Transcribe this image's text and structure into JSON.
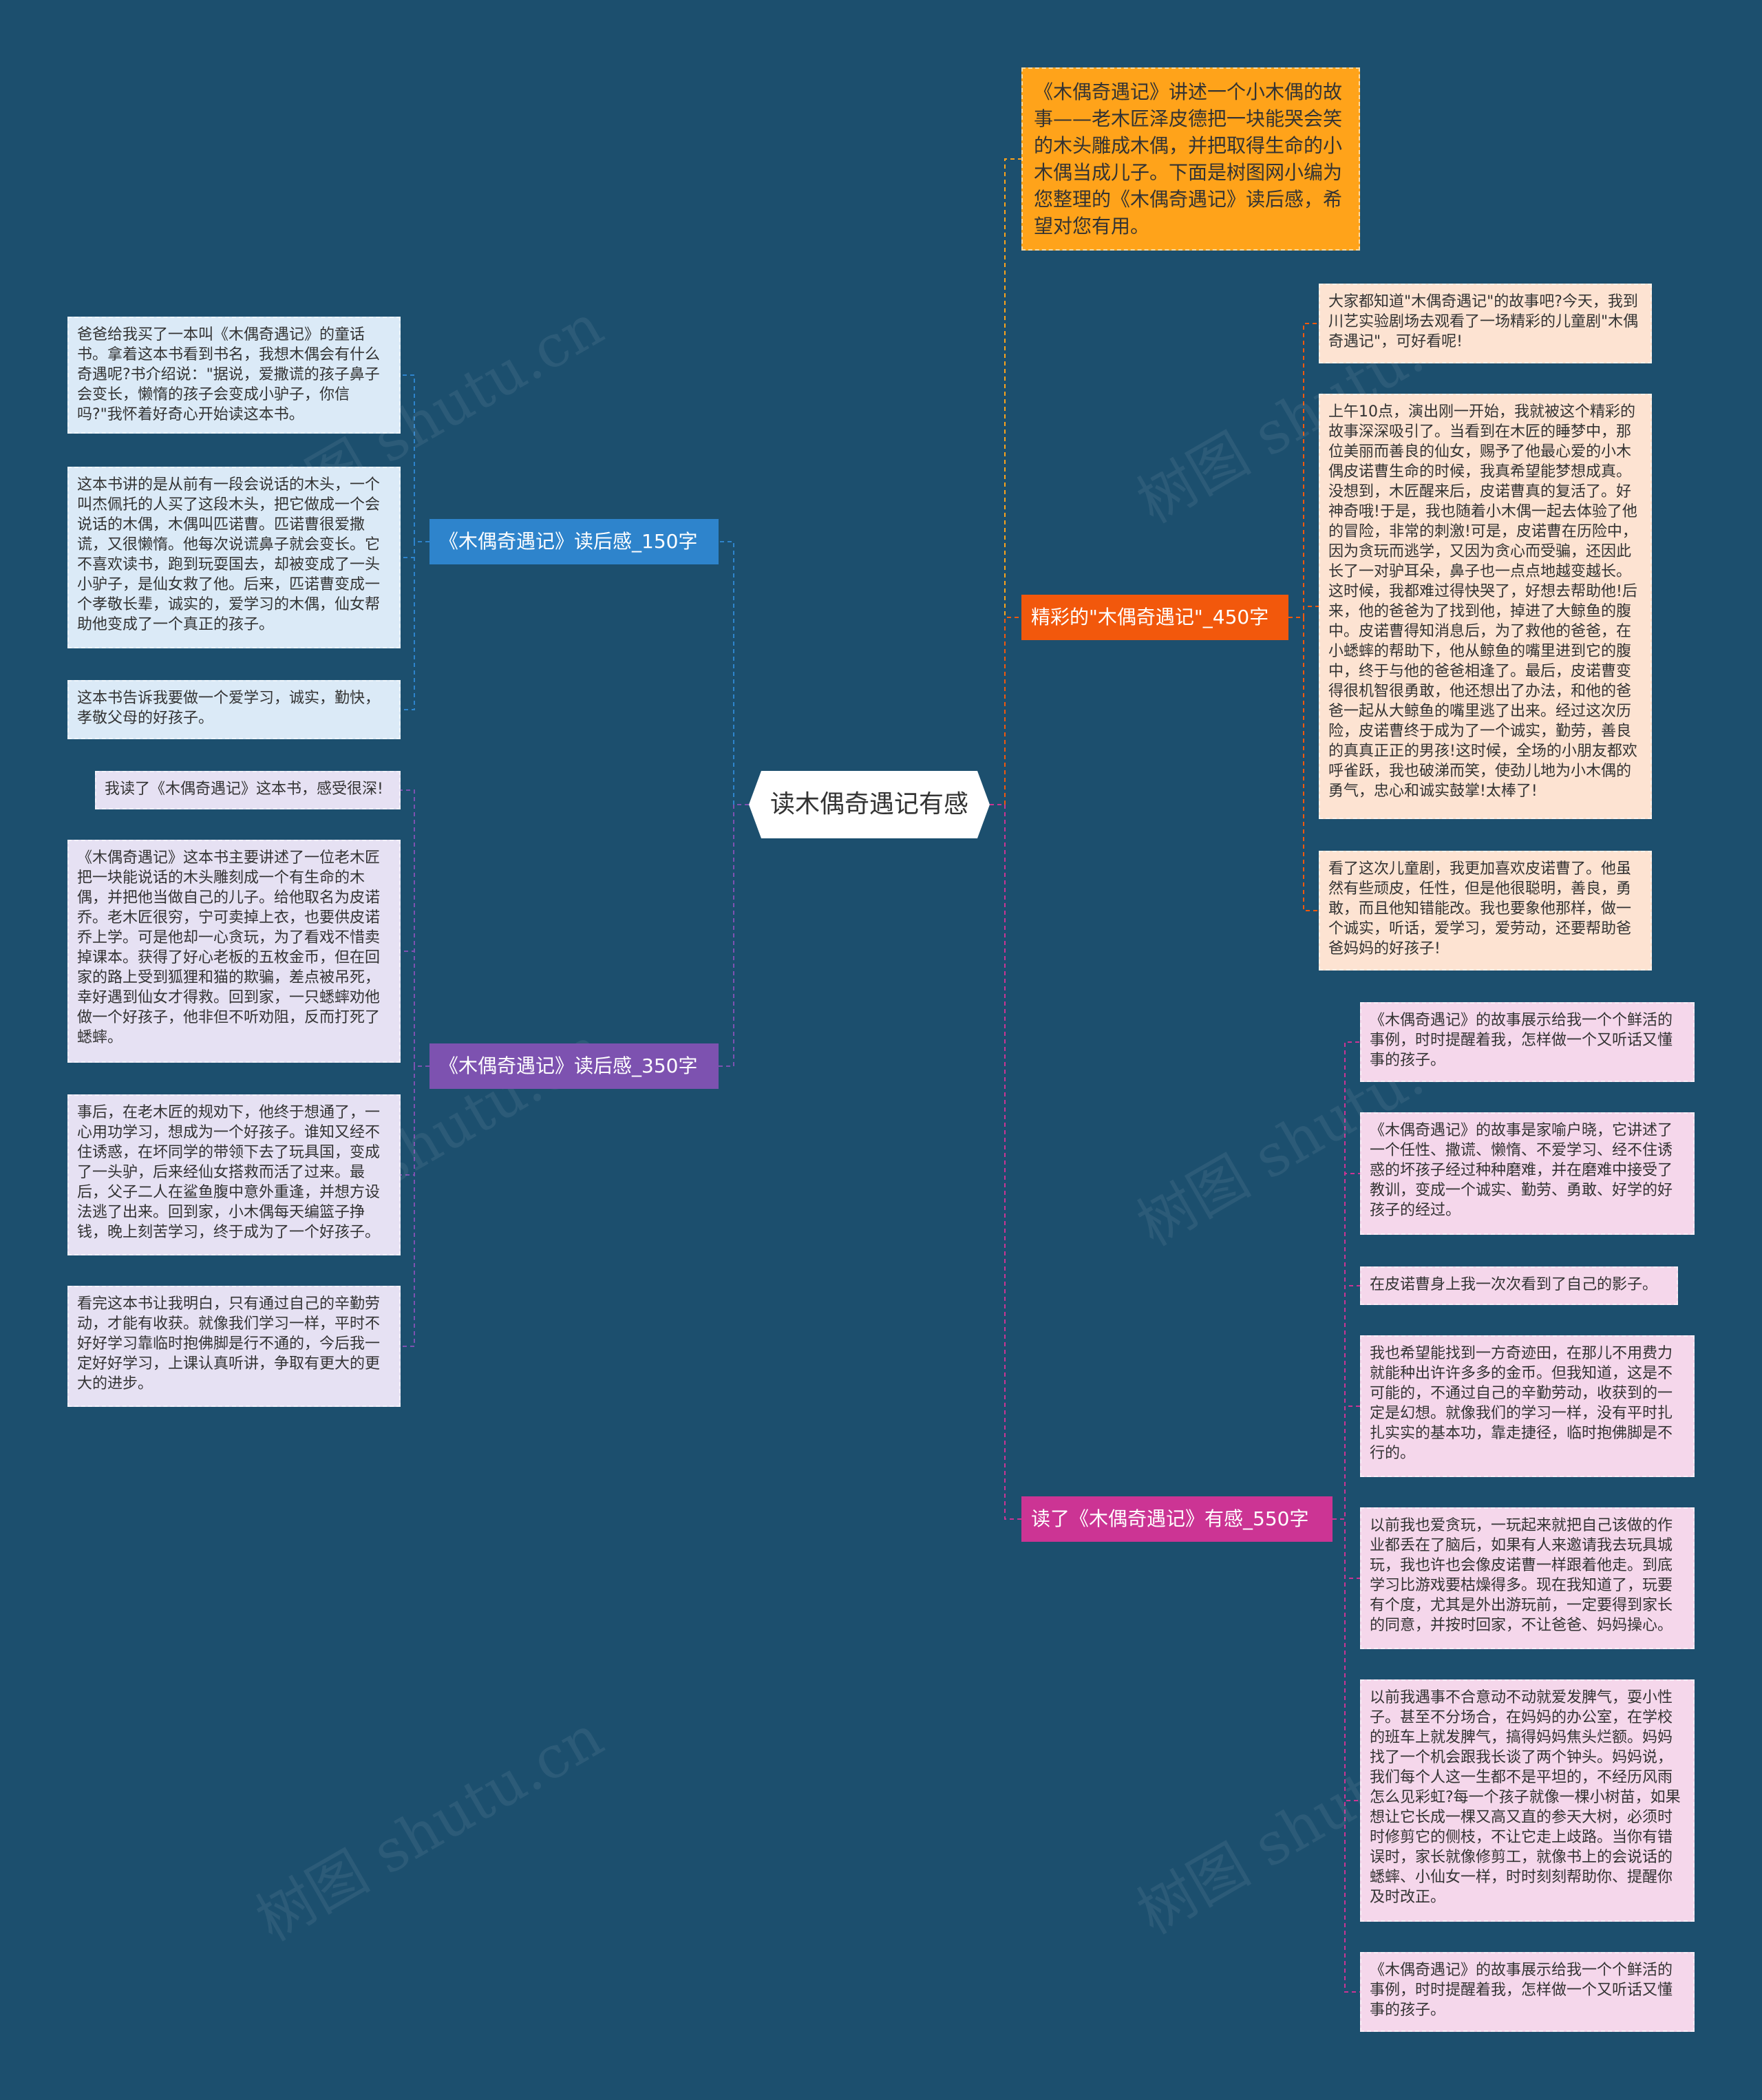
{
  "center": "读木偶奇遇记有感",
  "intro": "《木偶奇遇记》讲述一个小木偶的故事——老木匠泽皮德把一块能哭会笑的木头雕成木偶，并把取得生命的小木偶当成儿子。下面是树图网小编为您整理的《木偶奇遇记》读后感，希望对您有用。",
  "branches": {
    "b150": {
      "label": "《木偶奇遇记》读后感_150字",
      "color": "#2e84cc",
      "leaves": [
        "爸爸给我买了一本叫《木偶奇遇记》的童话书。拿着这本书看到书名，我想木偶会有什么奇遇呢?书介绍说：\"据说，爱撒谎的孩子鼻子会变长，懒惰的孩子会变成小驴子，你信吗?\"我怀着好奇心开始读这本书。",
        "这本书讲的是从前有一段会说话的木头，一个叫杰佩托的人买了这段木头，把它做成一个会说话的木偶，木偶叫匹诺曹。匹诺曹很爱撒谎，又很懒惰。他每次说谎鼻子就会变长。它不喜欢读书，跑到玩耍国去，却被变成了一头小驴子，是仙女救了他。后来，匹诺曹变成一个孝敬长辈，诚实的，爱学习的木偶，仙女帮助他变成了一个真正的孩子。",
        "这本书告诉我要做一个爱学习，诚实，勤快，孝敬父母的好孩子。"
      ]
    },
    "b350": {
      "label": "《木偶奇遇记》读后感_350字",
      "color": "#7d52b0",
      "leaves": [
        "我读了《木偶奇遇记》这本书，感受很深!",
        "《木偶奇遇记》这本书主要讲述了一位老木匠把一块能说话的木头雕刻成一个有生命的木偶，并把他当做自己的儿子。给他取名为皮诺乔。老木匠很穷，宁可卖掉上衣，也要供皮诺乔上学。可是他却一心贪玩，为了看戏不惜卖掉课本。获得了好心老板的五枚金币，但在回家的路上受到狐狸和猫的欺骗，差点被吊死，幸好遇到仙女才得救。回到家，一只蟋蟀劝他做一个好孩子，他非但不听劝阻，反而打死了蟋蟀。",
        "事后，在老木匠的规劝下，他终于想通了，一心用功学习，想成为一个好孩子。谁知又经不住诱惑，在坏同学的带领下去了玩具国，变成了一头驴，后来经仙女搭救而活了过来。最后，父子二人在鲨鱼腹中意外重逢，并想方设法逃了出来。回到家，小木偶每天编篮子挣钱，晚上刻苦学习，终于成为了一个好孩子。",
        "看完这本书让我明白，只有通过自己的辛勤劳动，才能有收获。就像我们学习一样，平时不好好学习靠临时抱佛脚是行不通的，今后我一定好好学习，上课认真听讲，争取有更大的更大的进步。"
      ]
    },
    "b450": {
      "label": "精彩的\"木偶奇遇记\"_450字",
      "color": "#f2580c",
      "leaves": [
        "大家都知道\"木偶奇遇记\"的故事吧?今天，我到川艺实验剧场去观看了一场精彩的儿童剧\"木偶奇遇记\"，可好看呢!",
        "上午10点，演出刚一开始，我就被这个精彩的故事深深吸引了。当看到在木匠的睡梦中，那位美丽而善良的仙女，赐予了他最心爱的小木偶皮诺曹生命的时候，我真希望能梦想成真。没想到，木匠醒来后，皮诺曹真的复活了。好神奇哦!于是，我也随着小木偶一起去体验了他的冒险，非常的刺激!可是，皮诺曹在历险中，因为贪玩而逃学，又因为贪心而受骗，还因此长了一对驴耳朵，鼻子也一点点地越变越长。这时候，我都难过得快哭了，好想去帮助他!后来，他的爸爸为了找到他，掉进了大鲸鱼的腹中。皮诺曹得知消息后，为了救他的爸爸，在小蟋蟀的帮助下，他从鲸鱼的嘴里进到它的腹中，终于与他的爸爸相逢了。最后，皮诺曹变得很机智很勇敢，他还想出了办法，和他的爸爸一起从大鲸鱼的嘴里逃了出来。经过这次历险，皮诺曹终于成为了一个诚实，勤劳，善良的真真正正的男孩!这时候，全场的小朋友都欢呼雀跃，我也破涕而笑，使劲儿地为小木偶的勇气，忠心和诚实鼓掌!太棒了!",
        "看了这次儿童剧，我更加喜欢皮诺曹了。他虽然有些顽皮，任性，但是他很聪明，善良，勇敢，而且他知错能改。我也要象他那样，做一个诚实，听话，爱学习，爱劳动，还要帮助爸爸妈妈的好孩子!"
      ]
    },
    "b550": {
      "label": "读了《木偶奇遇记》有感_550字",
      "color": "#cc3494",
      "leaves": [
        "《木偶奇遇记》的故事展示给我一个个鲜活的事例，时时提醒着我，怎样做一个又听话又懂事的孩子。",
        "《木偶奇遇记》的故事是家喻户晓，它讲述了一个任性、撒谎、懒惰、不爱学习、经不住诱惑的坏孩子经过种种磨难，并在磨难中接受了教训，变成一个诚实、勤劳、勇敢、好学的好孩子的经过。",
        "在皮诺曹身上我一次次看到了自己的影子。",
        "我也希望能找到一方奇迹田，在那儿不用费力就能种出许许多多的金币。但我知道，这是不可能的，不通过自己的辛勤劳动，收获到的一定是幻想。就像我们的学习一样，没有平时扎扎实实的基本功，靠走捷径，临时抱佛脚是不行的。",
        "以前我也爱贪玩，一玩起来就把自己该做的作业都丢在了脑后，如果有人来邀请我去玩具城玩，我也许也会像皮诺曹一样跟着他走。到底学习比游戏要枯燥得多。现在我知道了，玩要有个度，尤其是外出游玩前，一定要得到家长的同意，并按时回家，不让爸爸、妈妈操心。",
        "以前我遇事不合意动不动就爱发脾气，耍小性子。甚至不分场合，在妈妈的办公室，在学校的班车上就发脾气，搞得妈妈焦头烂额。妈妈找了一个机会跟我长谈了两个钟头。妈妈说，我们每个人这一生都不是平坦的，不经历风雨怎么见彩虹?每一个孩子就像一棵小树苗，如果想让它长成一棵又高又直的参天大树，必须时时修剪它的侧枝，不让它走上歧路。当你有错误时，家长就像修剪工，就像书上的会说话的蟋蟀、小仙女一样，时时刻刻帮助你、提醒你及时改正。",
        "《木偶奇遇记》的故事展示给我一个个鲜活的事例，时时提醒着我，怎样做一个又听话又懂事的孩子。"
      ]
    }
  },
  "watermark": "树图 shutu.cn"
}
